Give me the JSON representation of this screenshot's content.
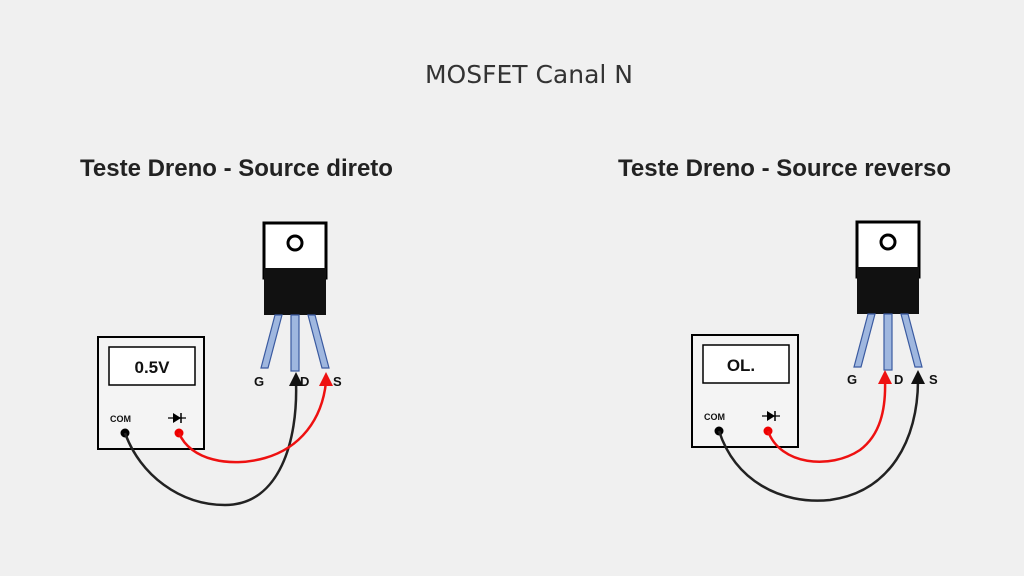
{
  "title": "MOSFET Canal N",
  "panels": [
    {
      "heading": "Teste Dreno - Source direto",
      "meter": {
        "display": "0.5V",
        "com_label": "COM"
      },
      "pins": {
        "g": "G",
        "d": "D",
        "s": "S"
      }
    },
    {
      "heading": "Teste Dreno - Source reverso",
      "meter": {
        "display": "OL.",
        "com_label": "COM"
      },
      "pins": {
        "g": "G",
        "d": "D",
        "s": "S"
      }
    }
  ],
  "colors": {
    "probe_red": "#ee1111",
    "probe_black": "#222222",
    "lead_blue": "#9fb7df"
  }
}
